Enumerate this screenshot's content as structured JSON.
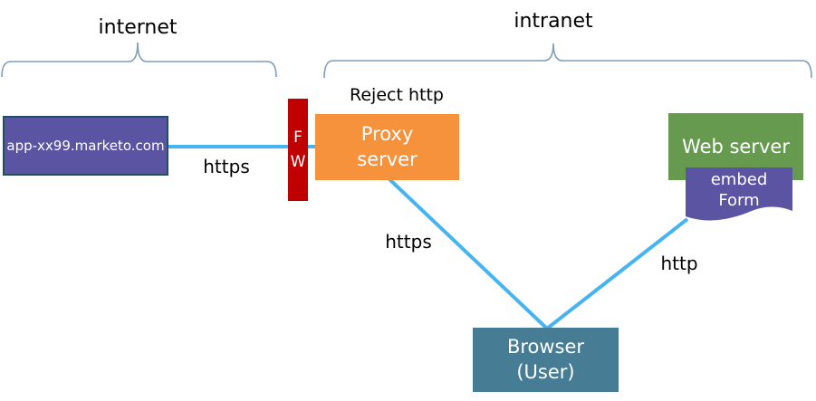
{
  "zones": {
    "internet_label": "internet",
    "intranet_label": "intranet"
  },
  "annotations": {
    "reject_http": "Reject http",
    "https_marketo_proxy": "https",
    "https_proxy_browser": "https",
    "http_form_browser": "http"
  },
  "nodes": {
    "marketo_host": {
      "label": "app-xx99.marketo.com"
    },
    "firewall": {
      "line1": "F",
      "line2": "W"
    },
    "proxy_server": {
      "line1": "Proxy",
      "line2": "server"
    },
    "web_server": {
      "label": "Web server"
    },
    "embed_form": {
      "line1": "embed",
      "line2": "Form"
    },
    "browser": {
      "line1": "Browser",
      "line2": "(User)"
    }
  },
  "colors": {
    "marketo_fill": "#5B54A3",
    "marketo_border": "#234F66",
    "firewall_fill": "#C00000",
    "proxy_fill": "#F6913C",
    "web_server_fill": "#669B4F",
    "embed_form_fill": "#5B54A3",
    "browser_fill": "#467D95",
    "connection_line": "#47B4F2",
    "brace_line": "#7E9DB7",
    "label_text": "#000000",
    "node_text": "#FFFFFF"
  }
}
